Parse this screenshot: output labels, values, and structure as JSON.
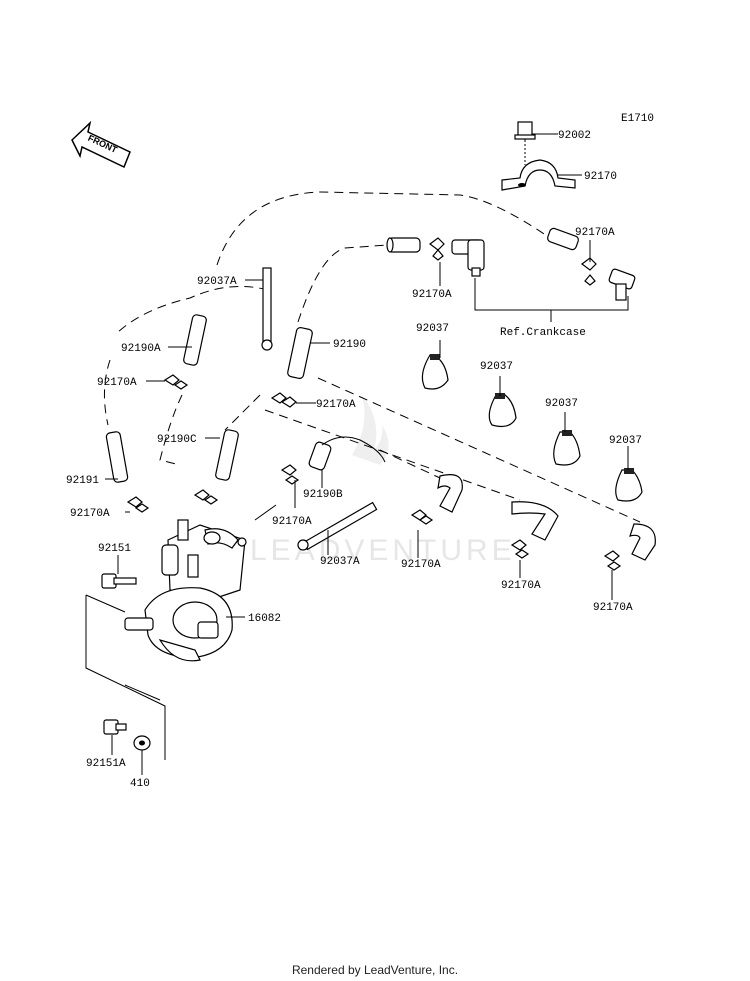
{
  "diagram_code": "E1710",
  "front_label": "FRONT",
  "watermark": "LEADVENTURE",
  "footer": "Rendered by LeadVenture, Inc.",
  "callouts": {
    "p92002": "92002",
    "p92170": "92170",
    "p92170A_top_right": "92170A",
    "p92170A_top_mid": "92170A",
    "ref_crankcase": "Ref.Crankcase",
    "p92037A_top": "92037A",
    "p92190A": "92190A",
    "p92190": "92190",
    "p92170A_left1": "92170A",
    "p92170A_mid": "92170A",
    "p92190C": "92190C",
    "p92191": "92191",
    "p92170A_left2": "92170A",
    "p92170A_center": "92170A",
    "p92190B": "92190B",
    "p92037A_bottom": "92037A",
    "p92170A_b1": "92170A",
    "p92170A_b2": "92170A",
    "p92170A_b3": "92170A",
    "p92037_1": "92037",
    "p92037_2": "92037",
    "p92037_3": "92037",
    "p92037_4": "92037",
    "p92151": "92151",
    "p16082": "16082",
    "p92151A": "92151A",
    "p410": "410"
  }
}
